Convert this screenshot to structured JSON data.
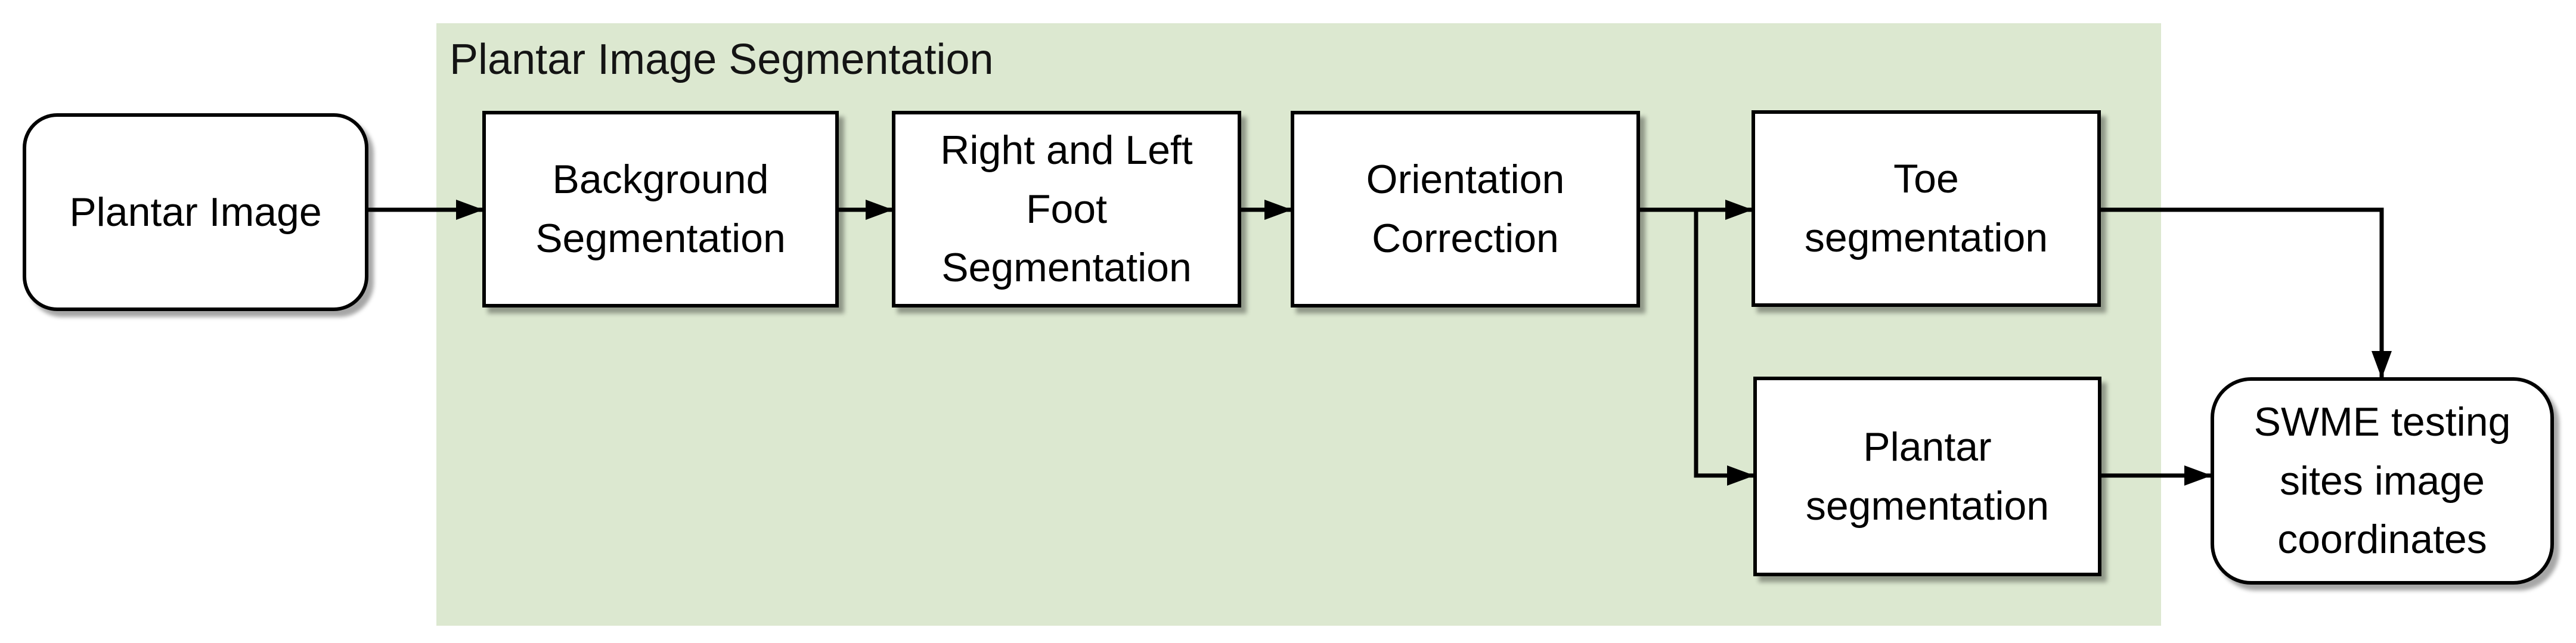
{
  "diagram": {
    "type": "flowchart",
    "group": {
      "label": "Plantar Image Segmentation",
      "fill_color": "#dce8d0"
    },
    "nodes": {
      "plantar_image": {
        "label": "Plantar Image",
        "shape": "rounded-rectangle"
      },
      "background_segmentation": {
        "label": "Background\nSegmentation",
        "shape": "rectangle"
      },
      "right_left_foot_segmentation": {
        "label": "Right and Left\nFoot\nSegmentation",
        "shape": "rectangle"
      },
      "orientation_correction": {
        "label": "Orientation\nCorrection",
        "shape": "rectangle"
      },
      "toe_segmentation": {
        "label": "Toe\nsegmentation",
        "shape": "rectangle"
      },
      "plantar_segmentation": {
        "label": "Plantar\nsegmentation",
        "shape": "rectangle"
      },
      "swme_output": {
        "label": "SWME testing\nsites image\ncoordinates",
        "shape": "rounded-rectangle"
      }
    },
    "edges": [
      {
        "from": "plantar_image",
        "to": "background_segmentation"
      },
      {
        "from": "background_segmentation",
        "to": "right_left_foot_segmentation"
      },
      {
        "from": "right_left_foot_segmentation",
        "to": "orientation_correction"
      },
      {
        "from": "orientation_correction",
        "to": "toe_segmentation"
      },
      {
        "from": "orientation_correction",
        "to": "plantar_segmentation"
      },
      {
        "from": "toe_segmentation",
        "to": "swme_output"
      },
      {
        "from": "plantar_segmentation",
        "to": "swme_output"
      }
    ],
    "colors": {
      "node_fill": "#ffffff",
      "node_border": "#000000",
      "edge": "#000000",
      "text": "#000000"
    }
  }
}
